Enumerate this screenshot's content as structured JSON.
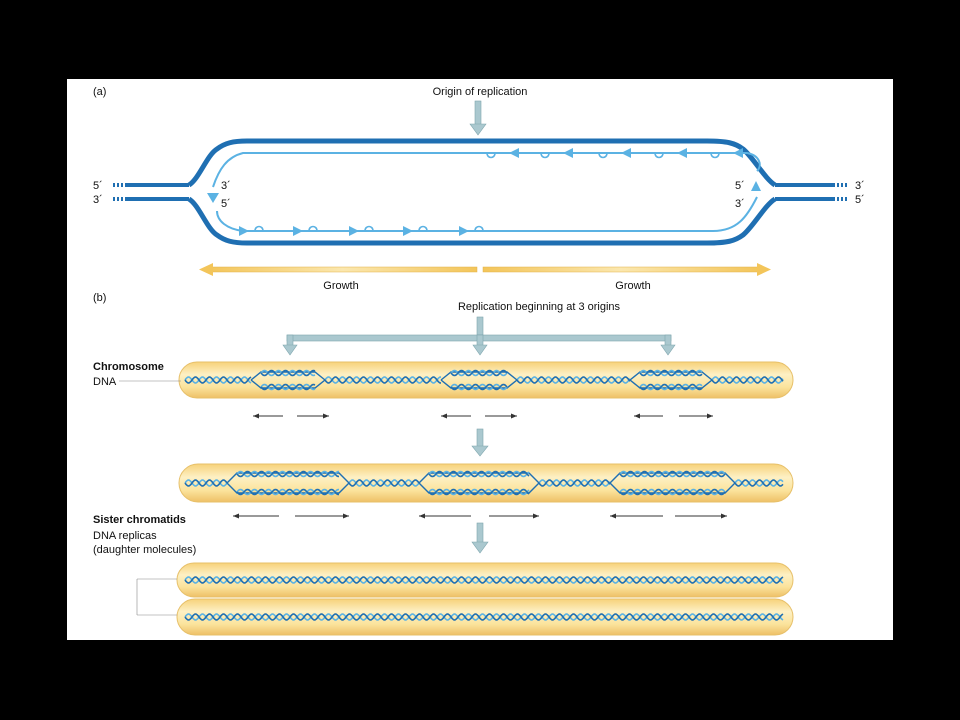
{
  "panel_a": {
    "tag": "(a)",
    "origin_label": "Origin of replication",
    "left_top_end": "5´",
    "left_bottom_end": "3´",
    "right_top_end": "3´",
    "right_bottom_end": "5´",
    "inner_left_top": "3´",
    "inner_left_bottom": "5´",
    "inner_right_top": "5´",
    "inner_right_bottom": "3´",
    "growth_left": "Growth",
    "growth_right": "Growth"
  },
  "panel_b": {
    "tag": "(b)",
    "origins_label": "Replication beginning at 3 origins",
    "chromosome_label": "Chromosome",
    "dna_label": "DNA",
    "sister_label": "Sister chromatids",
    "replicas_line1": "DNA replicas",
    "replicas_line2": "(daughter molecules)"
  },
  "colors": {
    "dna_dark": "#1f6fb2",
    "dna_light": "#5bb2e3",
    "chromosome_fill": "#fbe6a6",
    "growth_arrow": "#f0c050",
    "origin_arrow": "#aac8cf"
  }
}
